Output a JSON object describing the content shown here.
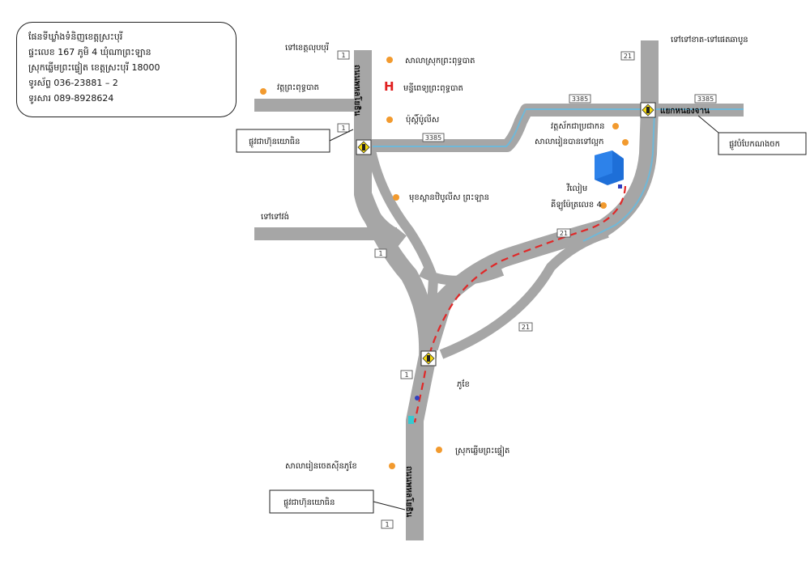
{
  "info": {
    "line1": "ផែនទីឃ្លាំងទំនិញខេត្តស្រះបុរី",
    "line2": "ផ្ទះលេខ 167 ភូមិ 4 ឃុំណាព្រះឡាន",
    "line3": "ស្រុកឆ្លើមព្រះផ្ទៀត ខេត្តស្រះបុរី 18000",
    "line4": "ទូរស័ព្ទ 036-23881 – 2",
    "line5": "ទូរសារ 089-8928624"
  },
  "road_numbers": {
    "r1": "1",
    "r21": "21",
    "r3385": "3385"
  },
  "road_names": {
    "west_main": "ถนนพหลโยธิน",
    "south_main": "ถนนพหลโยธิน",
    "junction": "แยกหนองจาน"
  },
  "places": {
    "to_lopburi": "ទៅខេត្តលុបបុរី",
    "phrabuddhabat_hospital_school": "សាលាស្រុកព្រះពុទ្ធបាត",
    "wat_phrabuddhabat": "វត្តព្រះពុទ្ធបាត",
    "hospital": "មន្ទីពេទ្យព្រះពុទ្ធបាត",
    "police": "ប៉ុស្តិ៍ប៉ូលីស",
    "school_market": "មុខស្ពានឋិបូលីស ព្រះឡាន",
    "to_west": "ទៅទៅវង់",
    "to_saraburi": "ទៅទៅខាត-ទៅផេតឆាបូន",
    "wat_sak": "វត្តស័កជាប្រជាកន",
    "school_nong": "សាលារៀនបានទៅល្អក",
    "warehouse": "វីលៀម",
    "km_marker": "គីឡូម៉ែត្រលេខ 4",
    "phu_ke": "ភូខែ",
    "district": "ស្រុកឆ្លើមព្រះផ្ទៀត",
    "school_south": "សាលារៀនចេតស៊ីនភូខែ"
  },
  "callouts": {
    "west": "ផ្លូវជាហ៊ុនយោធិន",
    "east": "ផ្លូវបំបែកណងចក",
    "south": "ផ្លូវជាហ៊ុនយោធិន"
  },
  "icons": {
    "hospital": "hospital-h-icon",
    "traffic_light": "traffic-light-icon",
    "warehouse": "warehouse-building-icon"
  },
  "colors": {
    "road": "#a6a6a6",
    "river": "#6fb8d8",
    "route": "#e02828",
    "poi": "#f29a2e",
    "hospital": "#e02020",
    "warehouse": "#1e6fd8",
    "signal": "#f5d90a"
  }
}
